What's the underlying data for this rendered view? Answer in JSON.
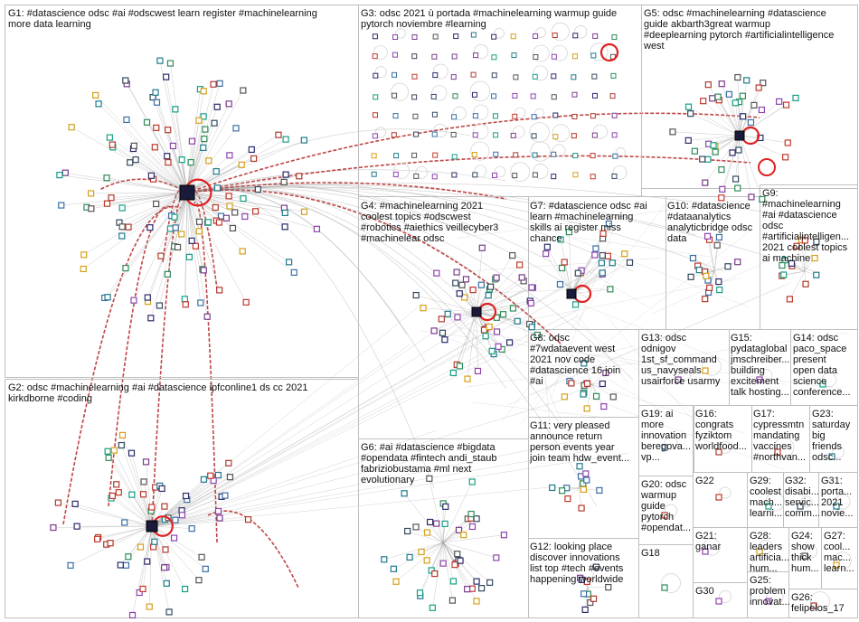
{
  "colors": {
    "box_border": "#bfbfbf",
    "edge": "#9e9e9e",
    "strong_edge": "#b52626",
    "hub_fill": "#1a1a3a",
    "hub_ring": "#e02020"
  },
  "groups": [
    {
      "id": "g1",
      "label": "G1: #datascience odsc #ai #odscwest learn register #machinelearning\nmore data learning"
    },
    {
      "id": "g2",
      "label": "G2: odsc #machinelearning #ai #datascience ipfconline1 ds cc 2021\nkirkdborne #coding"
    },
    {
      "id": "g3",
      "label": "G3: odsc 2021 ù portada #machinelearning warmup guide\npytorch noviembre #learning"
    },
    {
      "id": "g4",
      "label": "G4: #machinelearning 2021\ncoolest topics #odscwest\n#robotics #aiethics veillecyber3\n#machinelear odsc"
    },
    {
      "id": "g5",
      "label": "G5: odsc #machinelearning #datascience\nguide akbarth3great warmup\n#deeplearning pytorch #artificialintelligence\nwest"
    },
    {
      "id": "g6",
      "label": "G6: #ai #datascience #bigdata\n#opendata #fintech andi_staub\nfabriziobustama #ml next\nevolutionary"
    },
    {
      "id": "g7",
      "label": "G7: #datascience odsc #ai\nlearn #machinelearning\nskills ai register miss\nchance"
    },
    {
      "id": "g8",
      "label": "G8: odsc\n#7wdataevent west\n2021 nov code\n#datascience 16 join\n#ai"
    },
    {
      "id": "g9",
      "label": "G9:\n#machinelearning\n#ai #datascience\nodsc\n#artificialintelligen...\n2021 coolest topics\nai machine"
    },
    {
      "id": "g10",
      "label": "G10: #datascience\n#dataanalytics\nanalyticbridge odsc\ndata"
    },
    {
      "id": "g11",
      "label": "G11: very pleased\nannounce return\nperson events year\njoin team hdw_event..."
    },
    {
      "id": "g12",
      "label": "G12: looking place\ndiscover innovations\nlist top #tech #events\nhappening worldwide"
    },
    {
      "id": "g13",
      "label": "G13: odsc\nodnigov\n1st_sf_command\nus_navyseals\nusairforce usarmy"
    },
    {
      "id": "g14",
      "label": "G14: odsc\npaco_space\npresent\nopen data\nscience\nconference..."
    },
    {
      "id": "g15",
      "label": "G15:\npydataglobal\njmschreiber...\nbuilding\nexcitement\ntalk hosting..."
    },
    {
      "id": "g16",
      "label": "G16:\ncongrats\nfyziktom\nworldfood...\n"
    },
    {
      "id": "g17",
      "label": "G17:\ncypressmtn\nmandating\nvaccines\n#northvan..."
    },
    {
      "id": "g18",
      "label": "G18"
    },
    {
      "id": "g19",
      "label": "G19: ai\nmore\ninnovation\nberegova...\nvp..."
    },
    {
      "id": "g20",
      "label": "G20: odsc\nwarmup\nguide\npytorch\n#opendat..."
    },
    {
      "id": "g21",
      "label": "G21:\nganar"
    },
    {
      "id": "g22",
      "label": "G22"
    },
    {
      "id": "g23",
      "label": "G23:\nsaturday\nbig\nfriends\nodsc..."
    },
    {
      "id": "g24",
      "label": "G24:\nshow\nthick\nhum..."
    },
    {
      "id": "g25",
      "label": "G25:\nproblem\ninnovat..."
    },
    {
      "id": "g26",
      "label": "G26:\nfelipelos_17"
    },
    {
      "id": "g27",
      "label": "G27:\ncool...\nmac...\nlearn..."
    },
    {
      "id": "g28",
      "label": "G28:\nleaders\nartificia...\nhum..."
    },
    {
      "id": "g29",
      "label": "G29:\ncoolest\nmach...\nlearni..."
    },
    {
      "id": "g30",
      "label": "G30"
    },
    {
      "id": "g31",
      "label": "G31:\nporta...\n2021\nnovie..."
    },
    {
      "id": "g32",
      "label": "G32:\ndisabi...\nservic...\ncomm..."
    }
  ]
}
